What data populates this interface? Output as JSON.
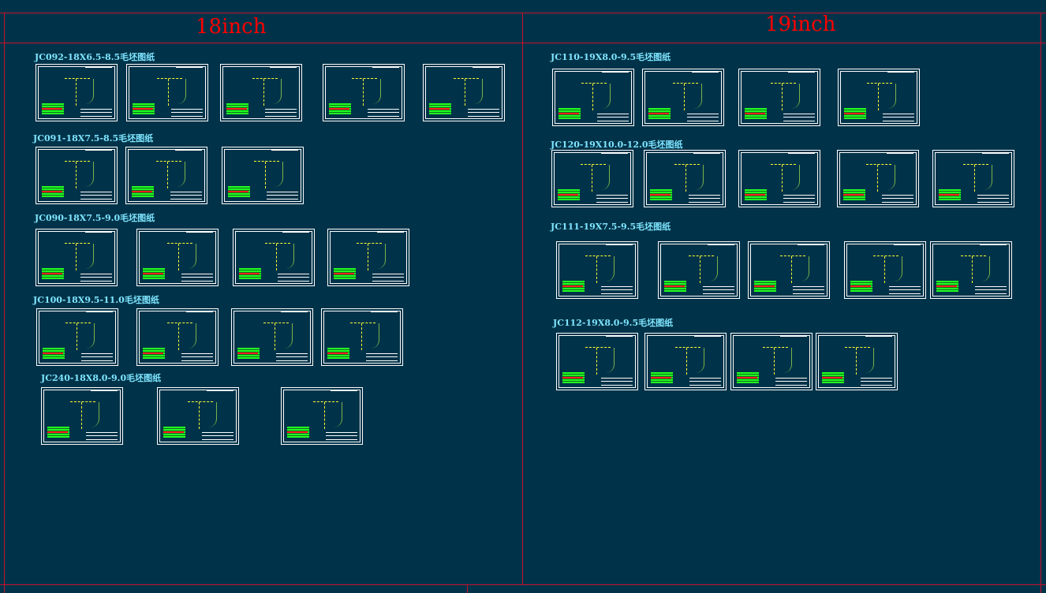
{
  "columns": [
    {
      "title": "18inch",
      "groups": [
        {
          "label": "JC092-18X6.5-8.5毛坯图纸",
          "sheets": 5
        },
        {
          "label": "JC091-18X7.5-8.5毛坯图纸",
          "sheets": 3
        },
        {
          "label": "JC090-18X7.5-9.0毛坯图纸",
          "sheets": 4
        },
        {
          "label": "JC100-18X9.5-11.0毛坯图纸",
          "sheets": 4
        },
        {
          "label": "JC240-18X8.0-9.0毛坯图纸",
          "sheets": 3
        }
      ]
    },
    {
      "title": "19inch",
      "groups": [
        {
          "label": "JC110-19X8.0-9.5毛坯图纸",
          "sheets": 4
        },
        {
          "label": "JC120-19X10.0-12.0毛坯图纸",
          "sheets": 5
        },
        {
          "label": "JC111-19X7.5-9.5毛坯图纸",
          "sheets": 5
        },
        {
          "label": "JC112-19X8.0-9.5毛坯图纸",
          "sheets": 4
        }
      ]
    }
  ],
  "colors": {
    "background": "#003349",
    "frame": "#c8102e",
    "title": "#ff0000",
    "group_label": "#7fe5ff",
    "sheet_border": "#ffffff"
  }
}
